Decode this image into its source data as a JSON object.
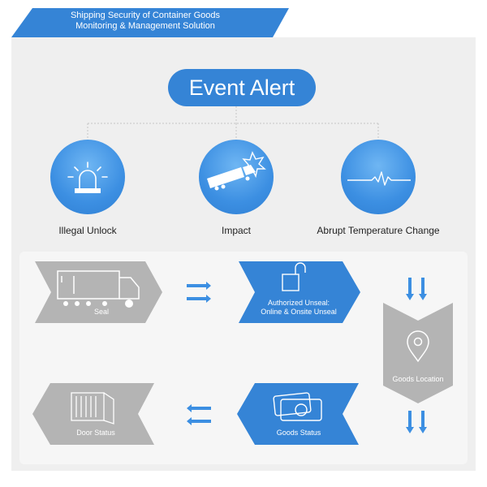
{
  "header": {
    "line1": "Shipping Security of Container Goods",
    "line2": "Monitoring & Management Solution"
  },
  "event_alert": {
    "title": "Event Alert",
    "items": [
      {
        "label": "Illegal Unlock",
        "icon": "alarm-light-icon"
      },
      {
        "label": "Impact",
        "icon": "truck-impact-icon"
      },
      {
        "label": "Abrupt Temperature Change",
        "icon": "temperature-wave-icon"
      }
    ]
  },
  "process": {
    "seal": "Seal",
    "authorized_line1": "Authorized Unseal:",
    "authorized_line2": "Online & Onsite Unseal",
    "goods_location": "Goods Location",
    "goods_status": "Goods Status",
    "door_status": "Door Status"
  },
  "colors": {
    "accent": "#3584d6",
    "gray_shape": "#b4b4b4",
    "panel": "#efefef"
  }
}
